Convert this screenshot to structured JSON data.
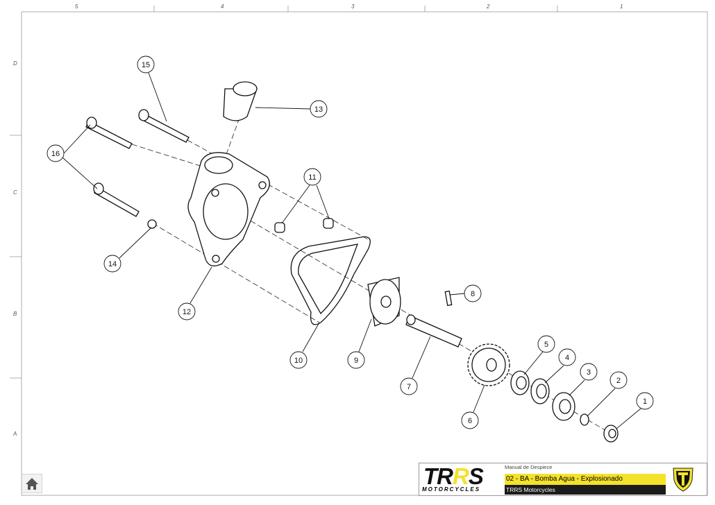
{
  "columns": [
    "5",
    "4",
    "3",
    "2",
    "1"
  ],
  "rows": [
    "D",
    "C",
    "B",
    "A"
  ],
  "callouts": [
    "1",
    "2",
    "3",
    "4",
    "5",
    "6",
    "7",
    "8",
    "9",
    "10",
    "11",
    "12",
    "13",
    "14",
    "15",
    "16"
  ],
  "title_block": {
    "logo_text": "TRRS",
    "logo_subtext": "MOTORCYCLES",
    "manual": "Manual de Despiece",
    "title": "02 - BA - Bomba Agua - Explosionado",
    "company": "TRRS Motorcycles",
    "accent": "#f4e12b"
  },
  "home_icon": "home-icon"
}
